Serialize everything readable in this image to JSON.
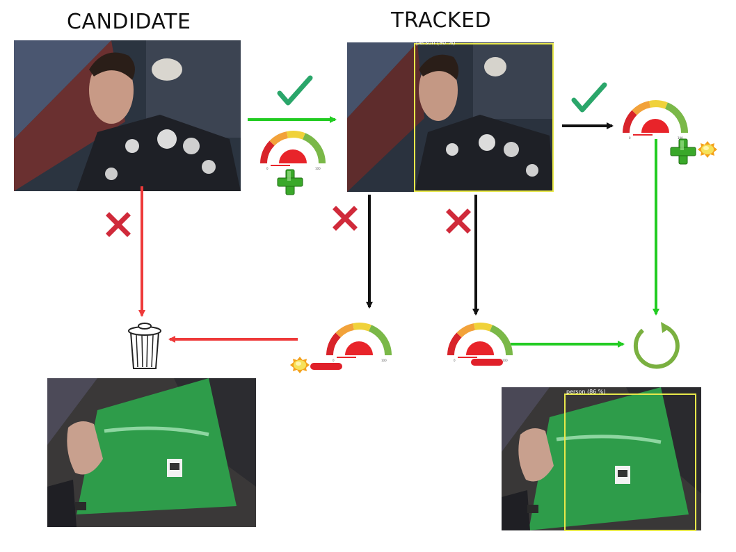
{
  "headings": {
    "candidate": "CANDIDATE",
    "tracked": "TRACKED"
  },
  "frames": {
    "candidate_face": {
      "description": "webcam frame, face visible",
      "label": ""
    },
    "tracked_face": {
      "description": "webcam frame, face visible, tracked",
      "label": "person (90 %)"
    },
    "occluded_dropped": {
      "description": "webcam frame, face occluded by green folder",
      "label": ""
    },
    "occluded_kept": {
      "description": "webcam frame, face occluded by green folder, still tracked",
      "label": "person (86 %)"
    }
  },
  "icons": {
    "check": "check-icon",
    "cross": "cross-icon",
    "gauge": "gauge-icon",
    "plus": "plus-icon",
    "minus": "minus-icon",
    "spark": "spark-icon",
    "trash": "trash-icon",
    "loop": "loop-icon"
  },
  "colors": {
    "green_arrow": "#22cc22",
    "red_arrow": "#ee3a3a",
    "black_arrow": "#111111",
    "check": "#2aa66a",
    "cross": "#d02a3a",
    "bbox": "#e8e84a",
    "folder": "#2e9c4a"
  }
}
